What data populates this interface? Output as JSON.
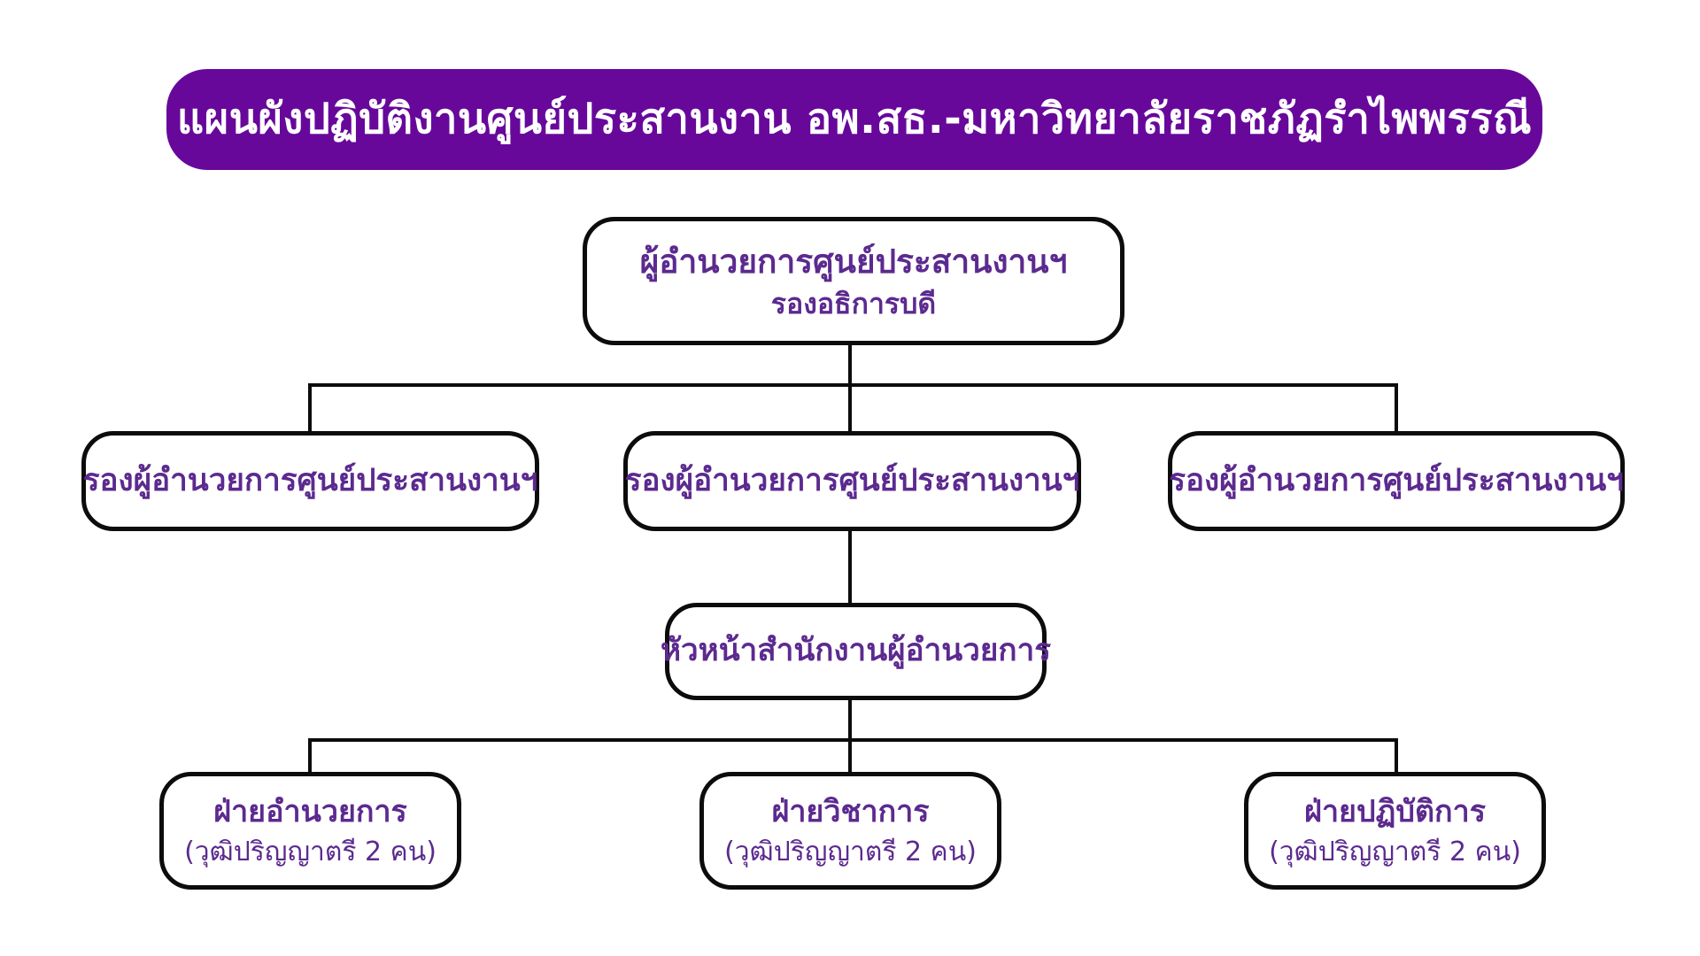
{
  "title": "แผนผังปฏิบัติงานศูนย์ประสานงาน อพ.สธ.-มหาวิทยาลัยราชภัฏรำไพพรรณี",
  "colors": {
    "banner": "#67089b",
    "ink": "#5c2a8f",
    "line": "#0c0c0c",
    "box_border": "#0c0c0c",
    "box_bg": "#ffffff",
    "page_bg": "#ffffff"
  },
  "org": {
    "director": {
      "line1": "ผู้อำนวยการศูนย์ประสานงานฯ",
      "line2": "รองอธิการบดี"
    },
    "deputies": [
      {
        "label": "รองผู้อำนวยการศูนย์ประสานงานฯ"
      },
      {
        "label": "รองผู้อำนวยการศูนย์ประสานงานฯ"
      },
      {
        "label": "รองผู้อำนวยการศูนย์ประสานงานฯ"
      }
    ],
    "office_head": {
      "label": "หัวหน้าสำนักงานผู้อำนวยการ"
    },
    "divisions": [
      {
        "name": "ฝ่ายอำนวยการ",
        "detail": "(วุฒิปริญญาตรี 2 คน)"
      },
      {
        "name": "ฝ่ายวิชาการ",
        "detail": "(วุฒิปริญญาตรี 2 คน)"
      },
      {
        "name": "ฝ่ายปฏิบัติการ",
        "detail": "(วุฒิปริญญาตรี 2 คน)"
      }
    ]
  }
}
